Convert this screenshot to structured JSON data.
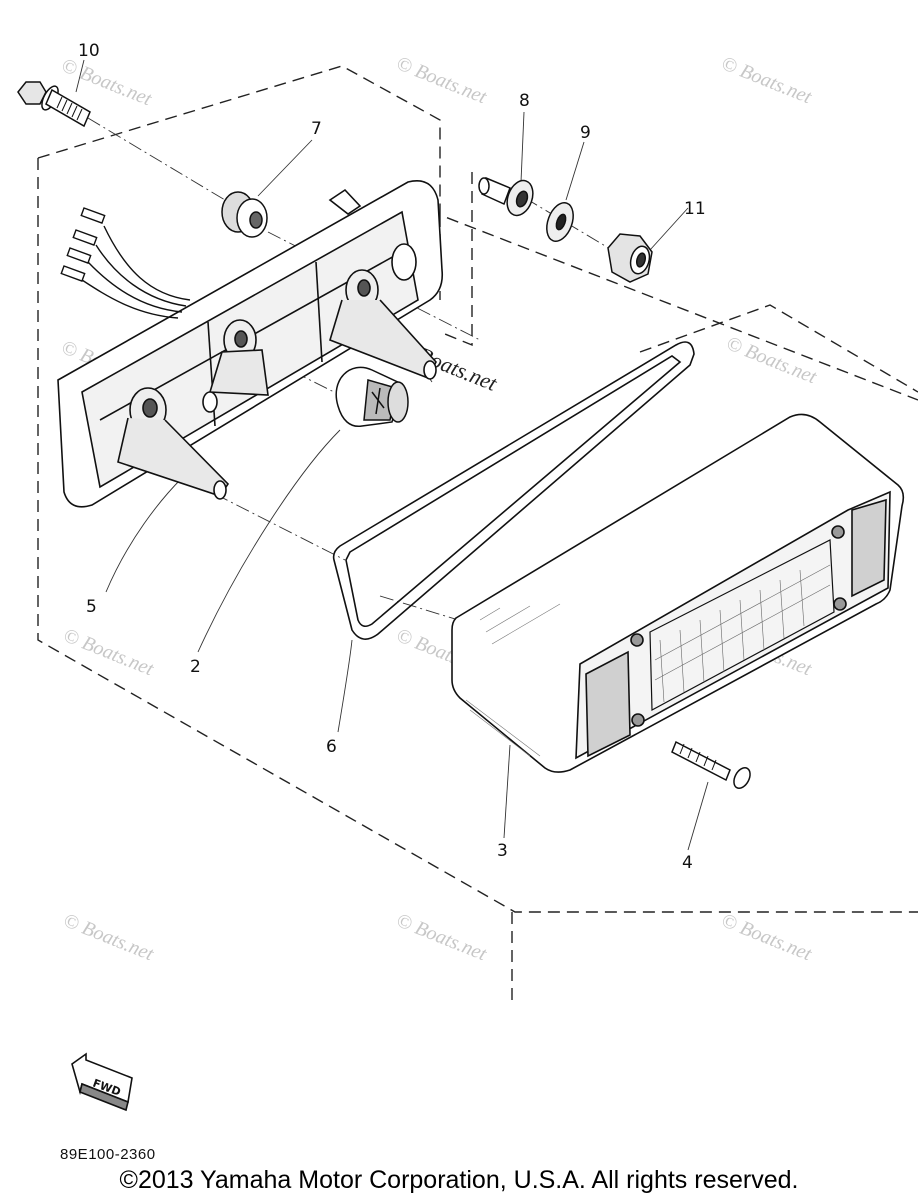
{
  "callouts": [
    "10",
    "7",
    "8",
    "9",
    "11",
    "5",
    "2",
    "6",
    "3",
    "4"
  ],
  "watermark": "© Boats.net",
  "fwd_label": "FWD",
  "diagram_code": "89E100-2360",
  "copyright": "©2013 Yamaha Motor Corporation, U.S.A. All rights reserved.",
  "colors": {
    "ink": "#111111",
    "watermark": "#c7c7c7",
    "background": "#ffffff"
  }
}
